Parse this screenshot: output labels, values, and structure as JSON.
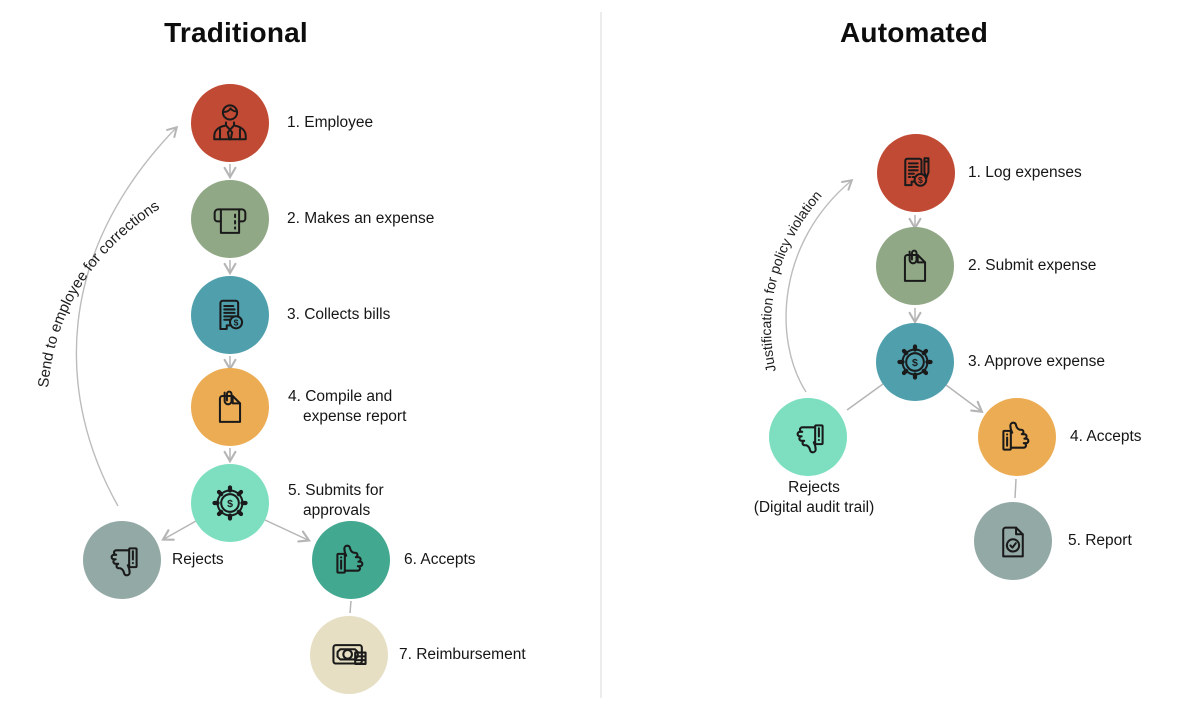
{
  "left": {
    "title": "Traditional",
    "loop_label": "Send to employee for corrections",
    "nodes": [
      {
        "label": "1. Employee",
        "icon": "person-icon",
        "color": "#c14a34"
      },
      {
        "label": "2. Makes an expense",
        "icon": "atm-receipt-icon",
        "color": "#91a886"
      },
      {
        "label": "3. Collects bills",
        "icon": "receipt-dollar-icon",
        "color": "#4f9fad"
      },
      {
        "label": "4. Compile and\nexpense report",
        "icon": "document-paperclip-icon",
        "color": "#ecac53"
      },
      {
        "label": "5. Submits for\napprovals",
        "icon": "gear-dollar-icon",
        "color": "#7edfc0"
      },
      {
        "label": "Rejects",
        "icon": "thumbs-down-icon",
        "color": "#93a9a5"
      },
      {
        "label": "6. Accepts",
        "icon": "thumbs-up-icon",
        "color": "#42a890"
      },
      {
        "label": "7. Reimbursement",
        "icon": "money-icon",
        "color": "#e6dfc3"
      }
    ]
  },
  "right": {
    "title": "Automated",
    "loop_label": "Justification for policy violation",
    "nodes": [
      {
        "label": "1. Log expenses",
        "icon": "receipt-pen-icon",
        "color": "#c14a34"
      },
      {
        "label": "2. Submit expense",
        "icon": "document-paperclip-icon",
        "color": "#91a886"
      },
      {
        "label": "3. Approve expense",
        "icon": "gear-dollar-icon",
        "color": "#4f9fad"
      },
      {
        "label": "Rejects\n(Digital audit trail)",
        "icon": "thumbs-down-icon",
        "color": "#7edfc0"
      },
      {
        "label": "4. Accepts",
        "icon": "thumbs-up-icon",
        "color": "#ecac53"
      },
      {
        "label": "5. Report",
        "icon": "document-check-icon",
        "color": "#93a9a5"
      }
    ]
  },
  "colors": {
    "connector": "#b5b5b5",
    "divider": "#ececec",
    "icon_stroke": "#1a1a1a",
    "text": "#161616"
  }
}
